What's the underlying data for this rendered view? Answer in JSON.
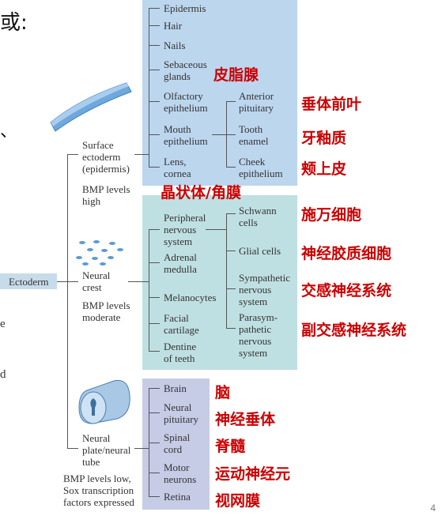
{
  "slide_fragments": {
    "title_fragment": "或:",
    "left_mark": "、",
    "frag_e": "e",
    "frag_d": "d",
    "page_number": "4"
  },
  "root": {
    "label": "Ectoderm"
  },
  "surface": {
    "label": "Surface\nectoderm\n(epidermis)",
    "bmp": "BMP levels\nhigh",
    "items": [
      "Epidermis",
      "Hair",
      "Nails",
      "Sebaceous\nglands",
      "Olfactory\nepithelium",
      "Mouth\nepithelium",
      "Lens,\ncornea"
    ],
    "sub_items": [
      "Anterior\npituitary",
      "Tooth\nenamel",
      "Cheek\nepithelium"
    ]
  },
  "neural_crest": {
    "label": "Neural\ncrest",
    "bmp": "BMP levels\nmoderate",
    "items": [
      "Peripheral\nnervous\nsystem",
      "Adrenal\nmedulla",
      "Melanocytes",
      "Facial\ncartilage",
      "Dentine\nof teeth"
    ],
    "sub_items": [
      "Schwann\ncells",
      "Glial cells",
      "Sympathetic\nnervous\nsystem",
      "Parasym-\npathetic\nnervous\nsystem"
    ]
  },
  "neural_tube": {
    "label": "Neural\nplate/neural\ntube",
    "bmp": "BMP levels low,\nSox transcription\nfactors expressed",
    "items": [
      "Brain",
      "Neural\npituitary",
      "Spinal\ncord",
      "Motor\nneurons",
      "Retina"
    ]
  },
  "annotations_zh": {
    "sebaceous": "皮脂腺",
    "anterior_pituitary": "垂体前叶",
    "enamel": "牙釉质",
    "cheek": "颊上皮",
    "lens": "晶状体/角膜",
    "schwann": "施万细胞",
    "glial": "神经胶质细胞",
    "sympathetic": "交感神经系统",
    "parasympathetic": "副交感神经系统",
    "brain": "脑",
    "neural_pituitary": "神经垂体",
    "spinal_cord": "脊髓",
    "motor_neurons": "运动神经元",
    "retina": "视网膜"
  },
  "colors": {
    "surface_panel": "#bcd6ee",
    "crest_panel": "#bfe0e2",
    "tube_panel": "#c6cbe6",
    "annotation_red": "#cc0000",
    "ectoderm_box": "#c7dcea"
  }
}
